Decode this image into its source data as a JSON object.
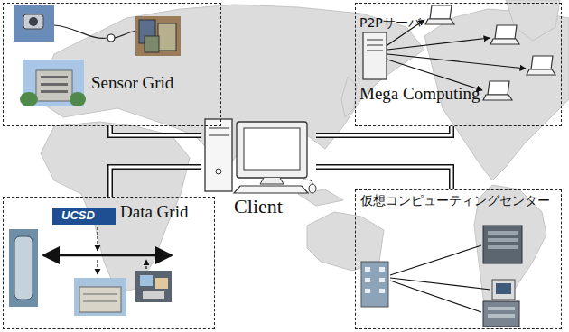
{
  "diagram": {
    "nodes": [
      {
        "text": [
          "Sensor Grid"
        ]
      },
      {
        "text": [
          "Mega Computing"
        ]
      },
      {
        "text": [
          "Client"
        ]
      },
      {
        "text": [
          "Data Grid"
        ]
      },
      {
        "text": [
          "仮想コンピューティングセンター"
        ]
      }
    ],
    "edges": [
      {
        "from": 2,
        "to": 0,
        "arrow": "none"
      },
      {
        "from": 2,
        "to": 1,
        "arrow": "none"
      },
      {
        "from": 2,
        "to": 3,
        "arrow": "none"
      },
      {
        "from": 2,
        "to": 4,
        "arrow": "none"
      }
    ],
    "labels": [
      "P2Pサーバ",
      "UCSD"
    ]
  }
}
